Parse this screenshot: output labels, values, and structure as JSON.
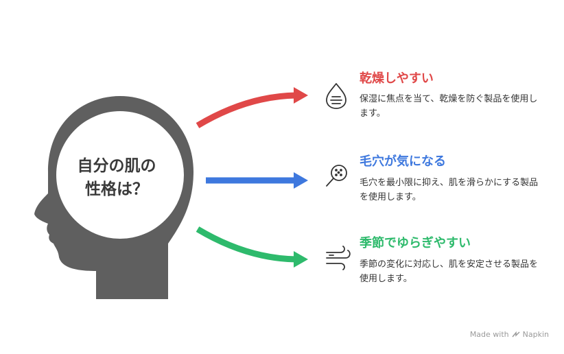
{
  "center": {
    "line1": "自分の肌の",
    "line2": "性格は？"
  },
  "options": [
    {
      "title": "乾燥しやすい",
      "desc": "保湿に焦点を当て、乾燥を防ぐ製品を使用します。",
      "color": "#E04848",
      "icon": "drop-icon"
    },
    {
      "title": "毛穴が気になる",
      "desc": "毛穴を最小限に抑え、肌を滑らかにする製品を使用します。",
      "color": "#3E78DE",
      "icon": "pore-magnifier-icon"
    },
    {
      "title": "季節でゆらぎやすい",
      "desc": "季節の変化に対応し、肌を安定させる製品を使用します。",
      "color": "#2EBA6C",
      "icon": "wind-icon"
    }
  ],
  "footer": {
    "made_with": "Made with",
    "brand": "Napkin"
  },
  "colors": {
    "head": "#5F5F5F",
    "text": "#333333"
  }
}
